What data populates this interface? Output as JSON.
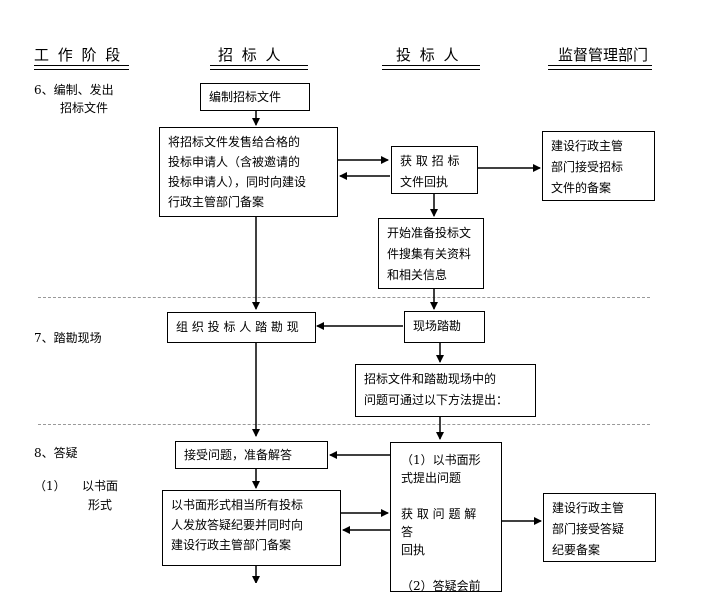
{
  "headers": {
    "stage": "工 作 阶 段",
    "tenderer": "招  标  人",
    "bidder": "投  标  人",
    "authority": "监督管理部门"
  },
  "stages": {
    "s6_line1": "6、编制、发出",
    "s6_line2": "招标文件",
    "s7": "7、踏勘现场",
    "s8": "8、答疑",
    "s8_sub_num": "（1）",
    "s8_sub_line1": "以书面",
    "s8_sub_line2": "形式"
  },
  "boxes": {
    "b1": "编制招标文件",
    "b2": "将招标文件发售给合格的\n投标申请人（含被邀请的\n投标申请人），同时向建设\n行政主管部门备案",
    "b3": "获 取 招 标\n文件回执",
    "b4": "建设行政主管\n部门接受招标\n文件的备案",
    "b5": "开始准备投标文\n件搜集有关资料\n和相关信息",
    "b6": "组 织 投 标 人 踏 勘 现",
    "b7": "现场踏勘",
    "b8": "招标文件和踏勘现场中的\n问题可通过以下方法提出：",
    "b9": "接受问题，准备解答",
    "b10": "（1）以书面形\n式提出问题\n\n获 取 问 题 解 答\n回执\n\n（2）答疑会前",
    "b11": "以书面形式相当所有投标\n人发放答疑纪要并同时向\n建设行政主管部门备案",
    "b12": "建设行政主管\n部门接受答疑\n纪要备案"
  }
}
